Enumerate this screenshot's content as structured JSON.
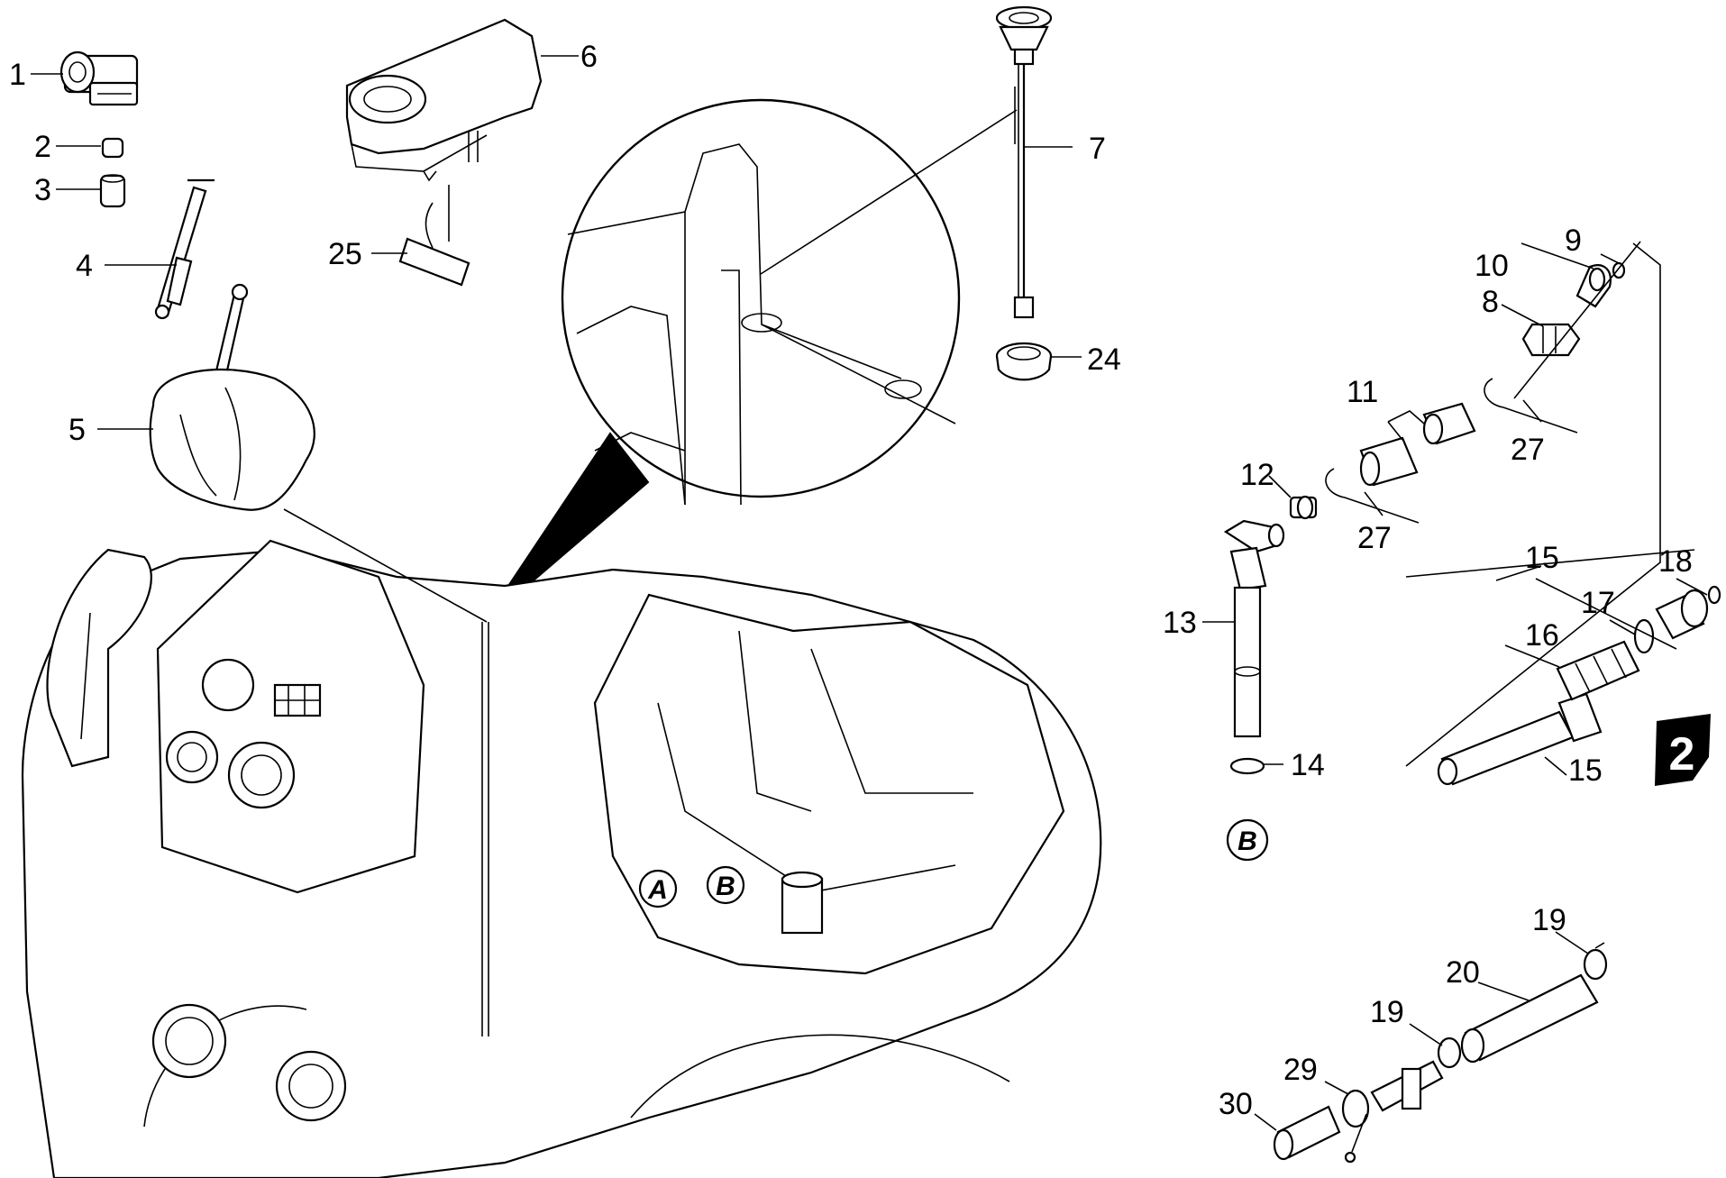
{
  "callouts": [
    {
      "id": "1",
      "text": "1"
    },
    {
      "id": "2",
      "text": "2"
    },
    {
      "id": "3",
      "text": "3"
    },
    {
      "id": "4",
      "text": "4"
    },
    {
      "id": "5",
      "text": "5"
    },
    {
      "id": "6",
      "text": "6"
    },
    {
      "id": "25",
      "text": "25"
    },
    {
      "id": "7",
      "text": "7"
    },
    {
      "id": "24",
      "text": "24"
    },
    {
      "id": "9",
      "text": "9"
    },
    {
      "id": "10",
      "text": "10"
    },
    {
      "id": "8",
      "text": "8"
    },
    {
      "id": "11",
      "text": "11"
    },
    {
      "id": "27a",
      "text": "27"
    },
    {
      "id": "12",
      "text": "12"
    },
    {
      "id": "27b",
      "text": "27"
    },
    {
      "id": "13",
      "text": "13"
    },
    {
      "id": "14",
      "text": "14"
    },
    {
      "id": "15a",
      "text": "15"
    },
    {
      "id": "18",
      "text": "18"
    },
    {
      "id": "17",
      "text": "17"
    },
    {
      "id": "16",
      "text": "16"
    },
    {
      "id": "15b",
      "text": "15"
    },
    {
      "id": "19a",
      "text": "19"
    },
    {
      "id": "20",
      "text": "20"
    },
    {
      "id": "19b",
      "text": "19"
    },
    {
      "id": "29",
      "text": "29"
    },
    {
      "id": "30",
      "text": "30"
    }
  ],
  "markers": {
    "a": "A",
    "b_main": "B",
    "b_side": "B"
  },
  "page_badge": "2"
}
